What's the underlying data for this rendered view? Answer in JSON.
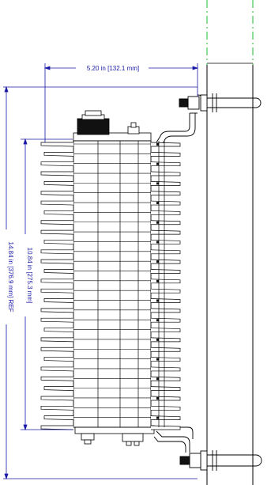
{
  "dimensions": {
    "width_label": "5.20 in [132.1 mm]",
    "fin_height_label": "10.84 in [275.3 mm]",
    "overall_height_label": "14.84 in [376.9 mm] REF"
  },
  "colors": {
    "dimension": "#1a1aa6",
    "outline": "#000000",
    "centerline": "#22bb33",
    "background": "#ffffff"
  }
}
